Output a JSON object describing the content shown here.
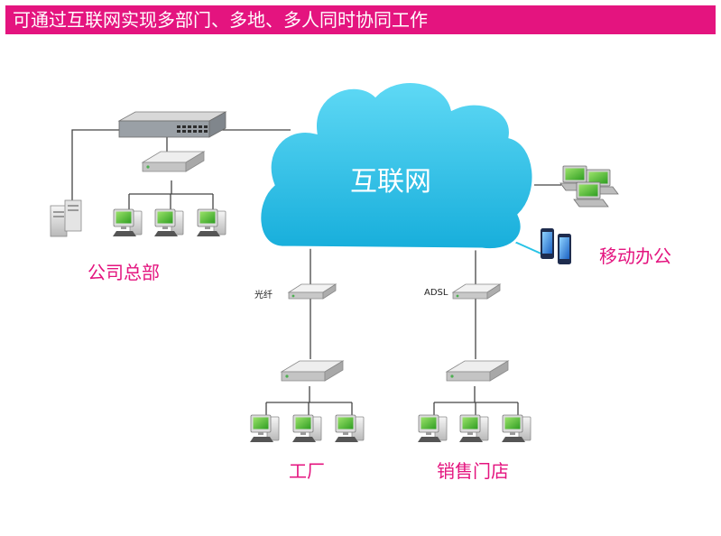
{
  "banner": {
    "title": "可通过互联网实现多部门、多地、多人同时协同工作"
  },
  "cloud": {
    "label": "互联网"
  },
  "groups": {
    "headquarters": "公司总部",
    "mobile": "移动办公",
    "factory": "工厂",
    "stores": "销售门店"
  },
  "links": {
    "fiber": "光纤",
    "adsl": "ADSL"
  },
  "colors": {
    "banner": "#e4147f",
    "accent_text": "#e4147f",
    "cloud": "#28c3e6",
    "screen": "#55c23a",
    "line": "#444444"
  }
}
